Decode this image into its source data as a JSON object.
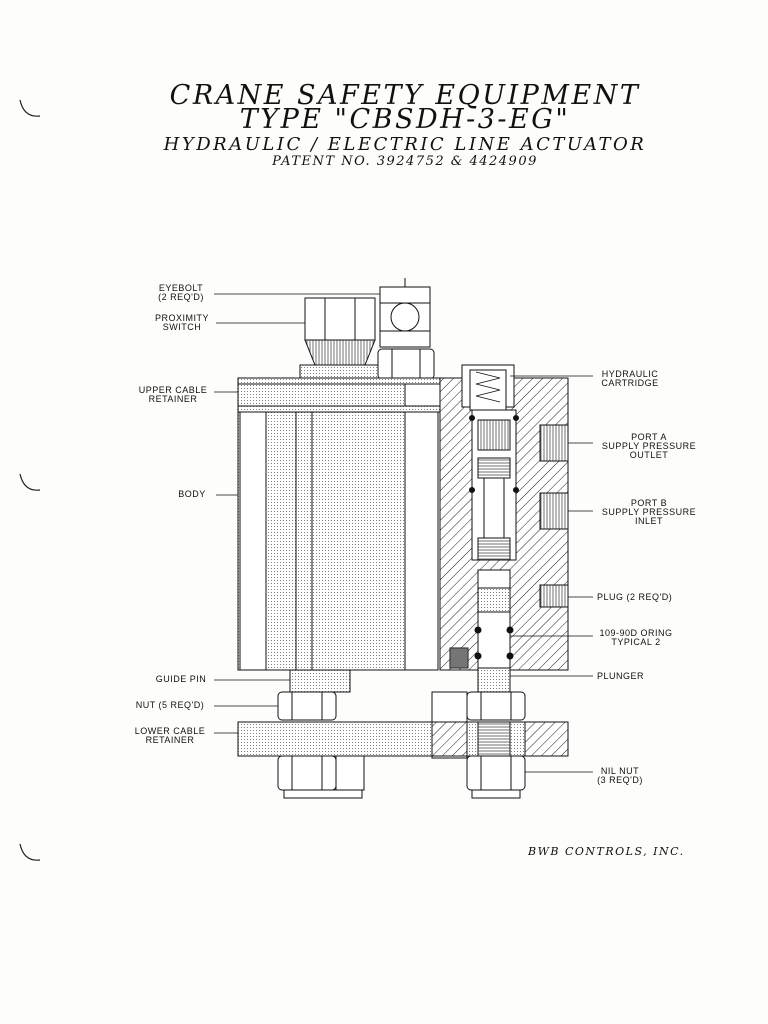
{
  "header": {
    "line1": "CRANE SAFETY EQUIPMENT",
    "line2": "TYPE \"CBSDH-3-EG\"",
    "line3": "HYDRAULIC / ELECTRIC LINE ACTUATOR",
    "line4": "PATENT NO. 3924752 & 4424909"
  },
  "company": "BWB CONTROLS, INC.",
  "labels": {
    "eyebolt": [
      "EYEBOLT",
      "(2 REQ'D)"
    ],
    "proximity_switch": [
      "PROXIMITY",
      "SWITCH"
    ],
    "upper_cable_retainer": [
      "UPPER CABLE",
      "RETAINER"
    ],
    "body": [
      "BODY"
    ],
    "guide_pin": [
      "GUIDE PIN"
    ],
    "nut": [
      "NUT (5 REQ'D)"
    ],
    "lower_cable_retainer": [
      "LOWER CABLE",
      "RETAINER"
    ],
    "hydraulic_cartridge": [
      "HYDRAULIC",
      "CARTRIDGE"
    ],
    "port_a": [
      "PORT A",
      "SUPPLY PRESSURE",
      "OUTLET"
    ],
    "port_b": [
      "PORT B",
      "SUPPLY PRESSURE",
      "INLET"
    ],
    "plug": [
      "PLUG (2 REQ'D)"
    ],
    "oring": [
      "109-90D ORING",
      "TYPICAL 2"
    ],
    "plunger": [
      "PLUNGER"
    ],
    "nil_nut": [
      "NIL NUT",
      "(3 REQ'D)"
    ]
  }
}
